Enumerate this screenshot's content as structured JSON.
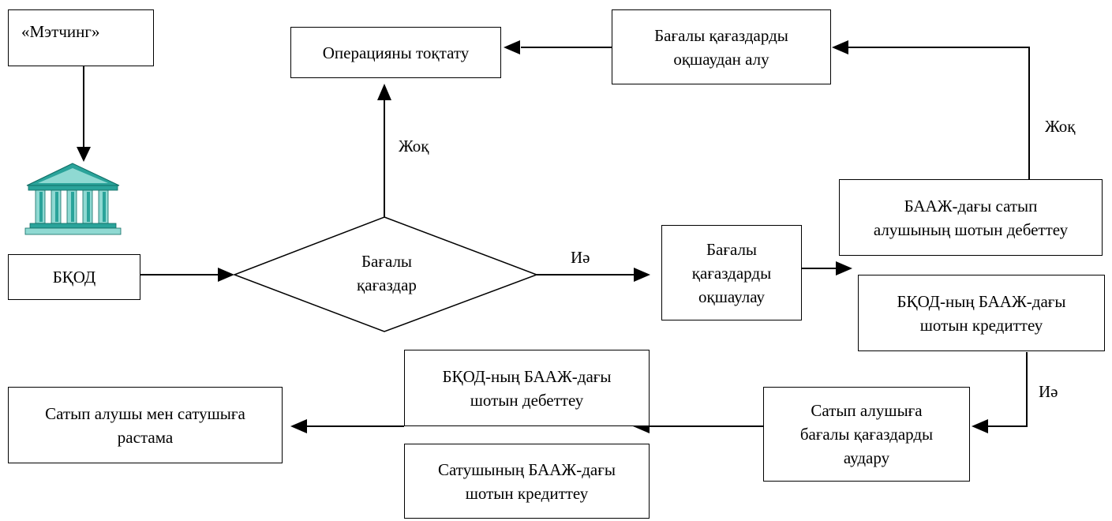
{
  "boxes": {
    "matching": "«Мэтчинг»",
    "bkod": "БҚОД",
    "stop_operation": "Операцияны тоқтату",
    "remove_isolation": "Бағалы қағаздарды\nоқшаудан алу",
    "debit_buyer": "БААЖ-дағы сатып\nалушының шотын дебеттеу",
    "isolate": "Бағалы\nқағаздарды\nоқшаулау",
    "credit_bkod": "БҚОД-ның БААЖ-дағы\nшотын кредиттеу",
    "debit_bkod": "БҚОД-ның БААЖ-дағы\nшотын дебеттеу",
    "confirmation": "Сатып алушы мен сатушыға\nрастама",
    "transfer": "Сатып алушыға\nбағалы қағаздарды\nаудару",
    "credit_seller": "Сатушының БААЖ-дағы\nшотын кредиттеу"
  },
  "decision": {
    "text": "Бағалы\nқағаздар"
  },
  "labels": {
    "no_top": "Жоқ",
    "no_right": "Жоқ",
    "yes_middle": "Иә",
    "yes_right": "Иә"
  },
  "colors": {
    "line": "#000000",
    "bank_teal": "#2aa39a",
    "bank_light": "#8fd9d2",
    "bank_dark": "#0e6b63"
  },
  "icons": {
    "bank": "bank-building-icon"
  }
}
